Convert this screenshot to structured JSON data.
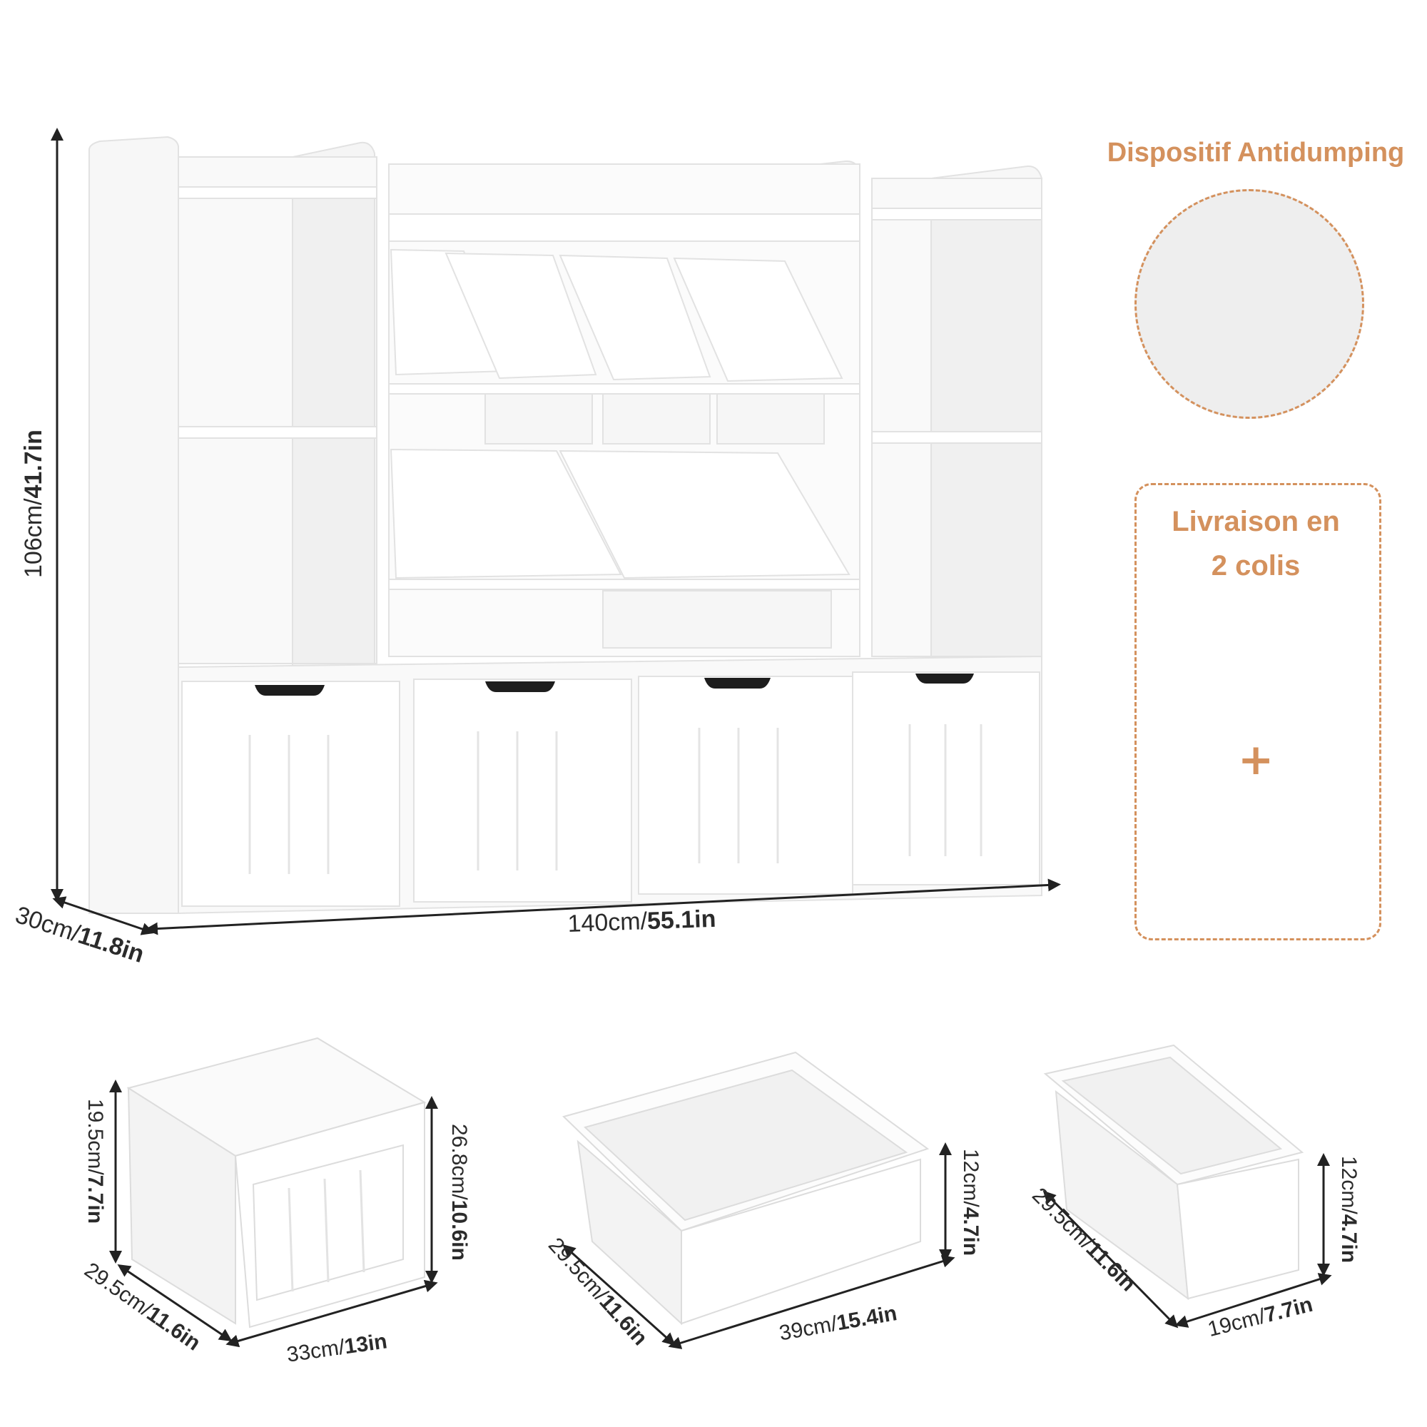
{
  "colors": {
    "accent": "#d4915d",
    "furniture": "#ffffff",
    "cardboard": "#e0b57a",
    "bracket": "#b5b5b5"
  },
  "main_unit": {
    "height_cm": "106cm/",
    "height_in": "41.7in",
    "depth_cm": "30cm/",
    "depth_in": "11.8in",
    "width_cm": "140cm/",
    "width_in": "55.1in"
  },
  "anti_tip": {
    "title": "Dispositif Antidumping",
    "icon": "anti-tip-bracket-icon"
  },
  "delivery": {
    "line1": "Livraison en",
    "line2": "2 colis",
    "plus": "+",
    "icon": "cardboard-box-icon"
  },
  "drawer": {
    "height_cm": "19.5cm/",
    "height_in": "7.7in",
    "front_height_cm": "26.8cm/",
    "front_height_in": "10.6in",
    "depth_cm": "29.5cm/",
    "depth_in": "11.6in",
    "width_cm": "33cm/",
    "width_in": "13in"
  },
  "large_bin": {
    "height_cm": "12cm/",
    "height_in": "4.7in",
    "depth_cm": "29.5cm/",
    "depth_in": "11.6in",
    "width_cm": "39cm/",
    "width_in": "15.4in"
  },
  "small_bin": {
    "height_cm": "12cm/",
    "height_in": "4.7in",
    "depth_cm": "29.5cm/",
    "depth_in": "11.6in",
    "width_cm": "19cm/",
    "width_in": "7.7in"
  }
}
